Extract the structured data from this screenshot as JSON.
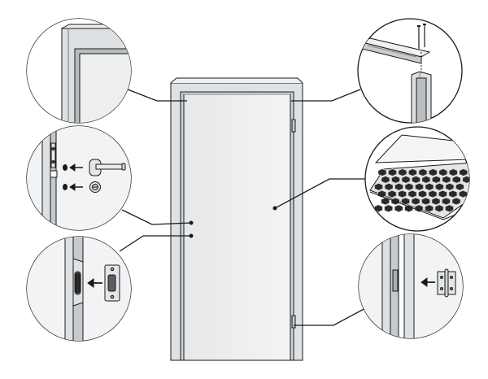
{
  "figure": {
    "kind": "exploded door detail diagram",
    "background": "#ffffff",
    "line_color": "#1a1a1a",
    "panel_fill": "#eceeef",
    "frame_fill": "#d9dcde",
    "shadow_fill": "#b9bdc0"
  },
  "callouts": [
    {
      "id": "frame-corner",
      "icon": "frame-corner-detail"
    },
    {
      "id": "frame-assembly",
      "icon": "frame-screw-assembly-detail"
    },
    {
      "id": "lock-handle",
      "icon": "handle-and-lock-detail"
    },
    {
      "id": "honeycomb-core",
      "icon": "honeycomb-core-detail"
    },
    {
      "id": "strike-plate",
      "icon": "strike-plate-detail"
    },
    {
      "id": "hinge",
      "icon": "hinge-detail"
    }
  ]
}
